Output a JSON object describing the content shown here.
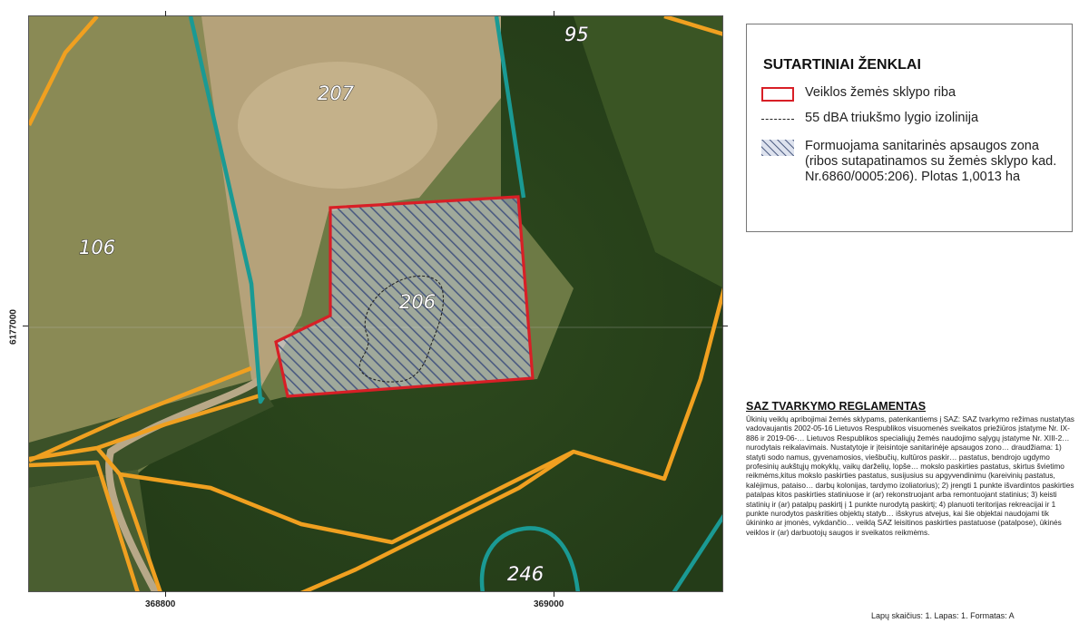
{
  "map": {
    "x_coords": [
      "368800",
      "369000"
    ],
    "y_coord": "6177000",
    "parcel_labels": [
      "95",
      "207",
      "106",
      "206",
      "246"
    ]
  },
  "legend": {
    "title": "SUTARTINIAI ŽENKLAI",
    "items": [
      {
        "symbol": "red-outline",
        "label": "Veiklos žemės sklypo riba"
      },
      {
        "symbol": "dashed-line",
        "label": "55 dBA triukšmo lygio izolinija"
      },
      {
        "symbol": "hatch",
        "label": "Formuojama sanitarinės apsaugos zona (ribos sutapatinamos su žemės sklypo kad. Nr.6860/0005:206). Plotas 1,0013 ha"
      }
    ]
  },
  "regulation": {
    "title": "SAZ TVARKYMO REGLAMENTAS",
    "text": "Ūkinių veiklų apribojimai žemės sklypams, patenkantiems į SAZ: SAZ tvarkymo režimas nustatytas vadovaujantis 2002-05-16 Lietuvos Respublikos visuomenės sveikatos priežiūros įstatyme Nr. IX-886 ir 2019-06-… Lietuvos Respublikos specialiųjų žemės naudojimo sąlygų įstatyme Nr. XIII-2… nurodytais reikalavimais. Nustatytoje ir įteisintoje sanitarinėje apsaugos zono… draudžiama: 1) statyti sodo namus, gyvenamosios, viešbučių, kultūros paskir… pastatus, bendrojo ugdymo profesinių aukštųjų mokyklų, vaikų darželių, lopše… mokslo paskirties pastatus, skirtus švietimo reikmėms,kitus mokslo paskirties pastatus, susijusius su apgyvendinimu (kareivinių pastatus, kalėjimus, pataiso… darbų kolonijas, tardymo izoliatorius); 2) įrengti 1 punkte išvardintos paskirties patalpas kitos paskirties statiniuose ir (ar) rekonstruojant arba remontuojant statinius; 3) keisti statinių ir (ar) patalpų paskirtį į 1 punkte nurodytą paskirtį; 4) planuoti teritorijas rekreacijai ir 1 punkte nurodytos paskrities objektų statyb… išskyrus atvejus, kai šie objektai naudojami tik ūkininko ar įmonės, vykdančio… veiklą SAZ leisitinos paskirties pastatuose (patalpose), ūkinės veiklos ir (ar) darbuotojų saugos ir sveikatos reikmėms."
  },
  "sheet_info": "Lapų skaičius: 1. Lapas: 1. Formatas: A",
  "colors": {
    "parcel_boundary_orange": "#f0a020",
    "parcel_boundary_teal": "#1a9a94",
    "activity_boundary_red": "#d81f26",
    "hatch": "#4a5a80"
  }
}
